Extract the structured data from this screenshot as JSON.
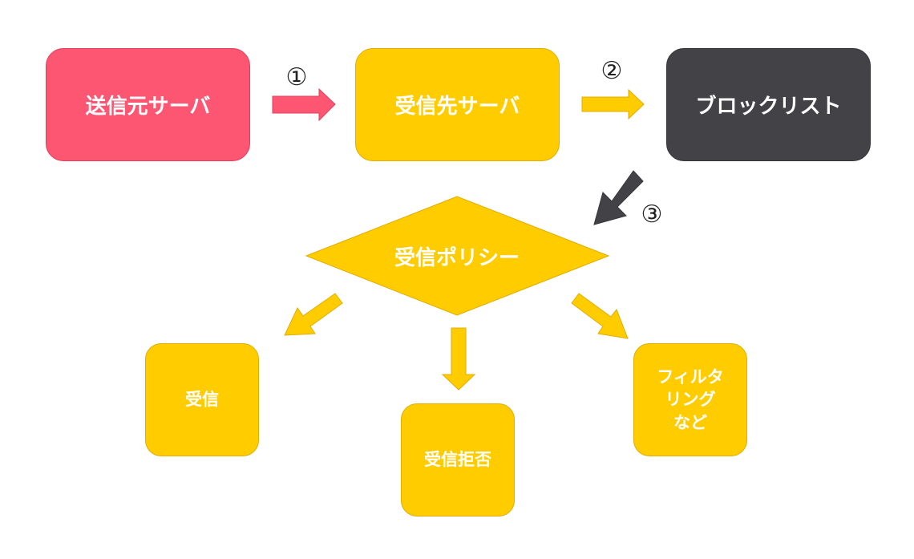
{
  "nodes": {
    "sender": "送信元サーバ",
    "receiver": "受信先サーバ",
    "blocklist": "ブロックリスト",
    "policy": "受信ポリシー",
    "accept": "受信",
    "reject": "受信拒否",
    "filter": "フィルタ\nリング\nなど"
  },
  "steps": {
    "step1": "①",
    "step2": "②",
    "step3": "③"
  },
  "colors": {
    "sender": "#fd5672",
    "receiver": "#ffcc00",
    "blocklist": "#434347",
    "arrow_pink": "#fd5672",
    "arrow_yellow": "#ffcc00",
    "arrow_dark": "#434347"
  }
}
